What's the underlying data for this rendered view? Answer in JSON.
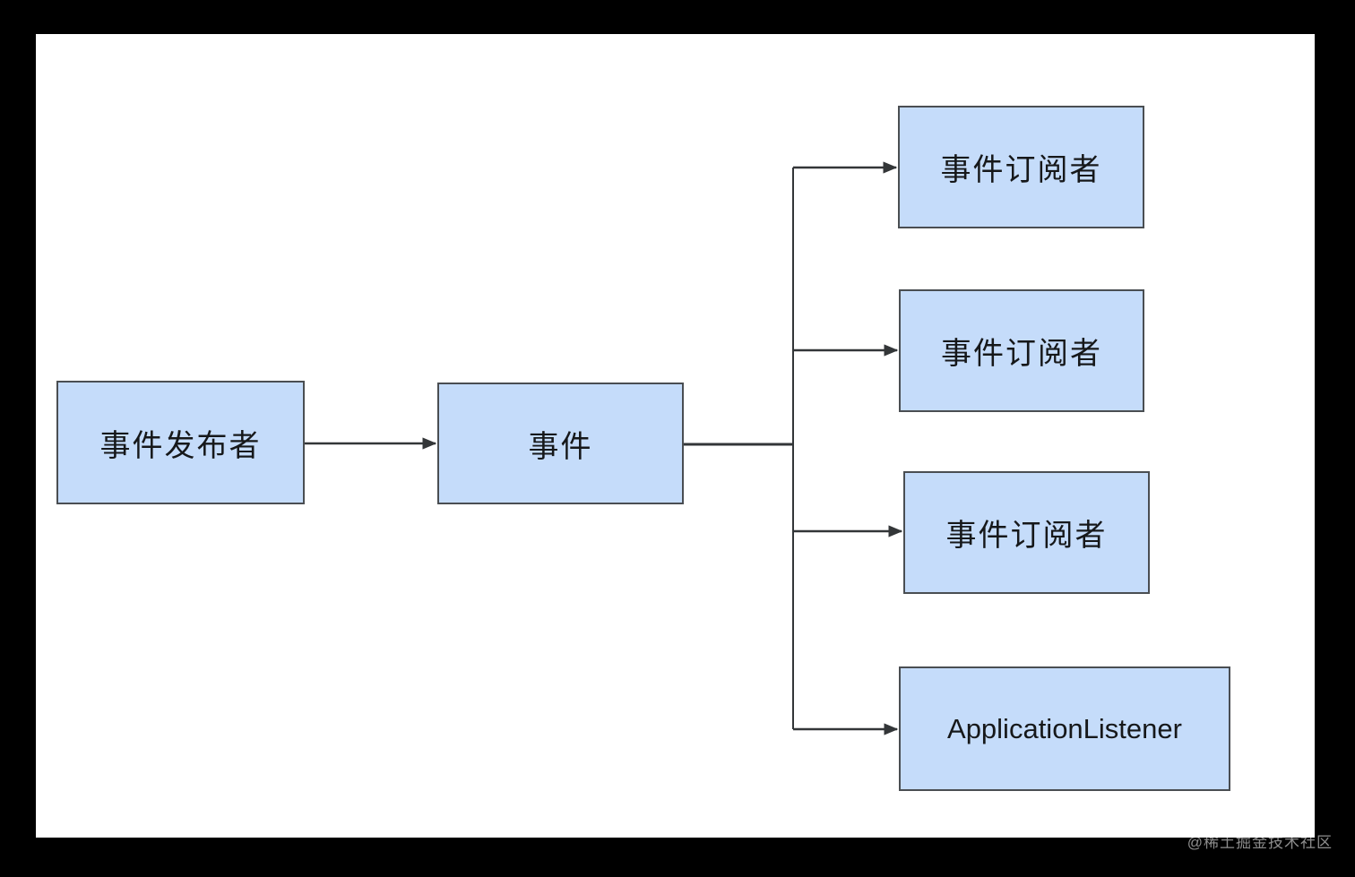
{
  "diagram": {
    "nodes": {
      "publisher": {
        "label": "事件发布者"
      },
      "event": {
        "label": "事件"
      },
      "subscriber1": {
        "label": "事件订阅者"
      },
      "subscriber2": {
        "label": "事件订阅者"
      },
      "subscriber3": {
        "label": "事件订阅者"
      },
      "listener": {
        "label": "ApplicationListener"
      }
    },
    "edges": [
      {
        "from": "publisher",
        "to": "event"
      },
      {
        "from": "event",
        "to": "subscriber1"
      },
      {
        "from": "event",
        "to": "subscriber2"
      },
      {
        "from": "event",
        "to": "subscriber3"
      },
      {
        "from": "event",
        "to": "listener"
      }
    ],
    "colors": {
      "node_fill": "#c5dcfa",
      "node_border": "#4a4e52",
      "node_text": "#16181a",
      "connector": "#333638",
      "canvas_bg": "#ffffff",
      "frame_bg": "#000000"
    }
  },
  "watermark": {
    "text": "@稀土掘金技术社区"
  }
}
